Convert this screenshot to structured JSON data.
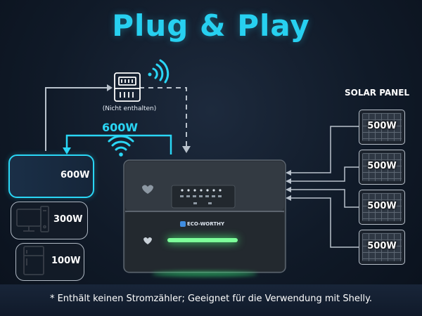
{
  "title": "Plug & Play",
  "meter": {
    "caption": "(Nicht enthalten)",
    "icon": "smart-meter-icon"
  },
  "flow_label": "600W",
  "solar": {
    "title": "SOLAR PANEL",
    "panels": [
      {
        "label": "500W"
      },
      {
        "label": "500W"
      },
      {
        "label": "500W"
      },
      {
        "label": "500W"
      }
    ]
  },
  "appliances": [
    {
      "icon": "washing-machine-icon",
      "label": "600W",
      "active": true
    },
    {
      "icon": "computer-icon",
      "label": "300W",
      "active": false
    },
    {
      "icon": "refrigerator-icon",
      "label": "100W",
      "active": false
    }
  ],
  "device": {
    "brand": "ECO-WORTHY"
  },
  "footnote": "* Enthält keinen Stromzähler; Geeignet für die Verwendung mit Shelly.",
  "colors": {
    "accent": "#2ad6f5",
    "title": "#27d0f0",
    "background": "#101a28"
  }
}
